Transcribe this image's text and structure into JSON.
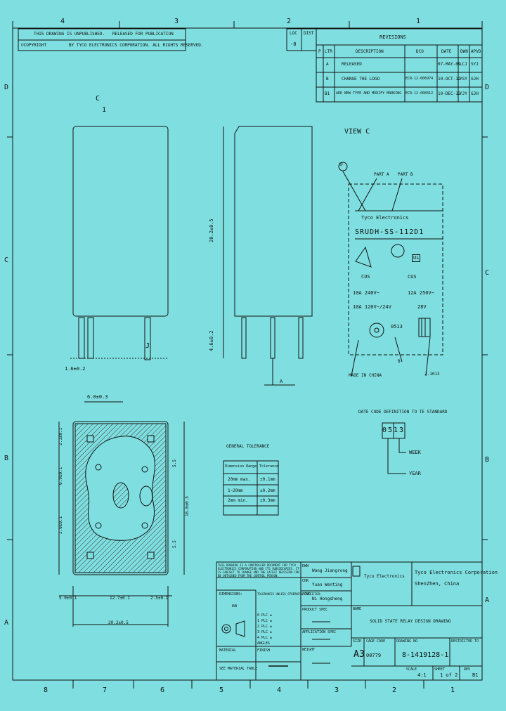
{
  "frame": {
    "top_zones": [
      "4",
      "3",
      "2",
      "1"
    ],
    "bottom_zones": [
      "8",
      "7",
      "6",
      "5",
      "4",
      "3",
      "2",
      "1"
    ],
    "left_zones": [
      "D",
      "C",
      "B",
      "A"
    ],
    "right_zones": [
      "D",
      "C",
      "B",
      "A"
    ]
  },
  "notice": {
    "line1": "THIS DRAWING IS UNPUBLISHED.",
    "line1b": "RELEASED FOR PUBLICATION",
    "line2": "©COPYRIGHT",
    "line2b": "BY TYCO ELECTRONICS CORPORATION.  ALL RIGHTS RESERVED."
  },
  "loc": {
    "label": "LOC",
    "value": "-8",
    "dist_label": "DIST"
  },
  "revisions": {
    "title": "REVISIONS",
    "headers": [
      "P",
      "LTR",
      "DESCRIPTION",
      "DCO",
      "DATE",
      "DWN",
      "APVD"
    ],
    "rows": [
      [
        "",
        "A",
        "RELEASED",
        "",
        "07-MAY-09",
        "LCJ",
        "SYJ"
      ],
      [
        "",
        "B",
        "CHANGE THE LOGO",
        "ECR-12-006974",
        "10-OCT-12",
        "YSY",
        "GJH"
      ],
      [
        "",
        "B1",
        "ADD NEW TYPE AND MODIFY MARKING",
        "ECR-12-008312",
        "10-DEC-12",
        "YJY",
        "GJH"
      ]
    ]
  },
  "views": {
    "c_label": "C",
    "one_label": "1",
    "view_c": "VIEW C",
    "height_dim": "20.2±0.5",
    "pin_dim": "4.6±0.2",
    "a_label": "A",
    "j_label": "J",
    "side_dim": "1.6±0.2",
    "top_dim": "16.0±0.5"
  },
  "marking": {
    "circle_label": "①",
    "part_a": "PART A",
    "part_b": "PART B",
    "logo": "Tyco Electronics",
    "part_no": "SRUDH-SS-112D1",
    "rating1_mark": "CUS",
    "rating1_a": "10A  240V~",
    "rating1_b": "10A  120V~/24V",
    "rating2_mark": "CUS",
    "rating2_a": "12A  250V~",
    "rating2_b": "28V",
    "date_code": "0513",
    "made_in": "MADE IN CHINA",
    "b_label": "B",
    "code_label": "2.1013"
  },
  "date_code": {
    "title": "DATE CODE DEFINITION TO TE STANDARD",
    "code": "0513",
    "week": "WEEK",
    "year": "YEAR"
  },
  "bottom_view": {
    "dim_top": "6.0±0.3",
    "left_dims": [
      "2.1±0.1",
      "6.9±0.1",
      "2.6±0.1"
    ],
    "right_dims": [
      "5.5",
      "16.0±0.5",
      "5.5"
    ],
    "bottom_dims": [
      "5.0±0.1",
      "12.7±0.1",
      "2.5±0.1",
      "20.2±0.5"
    ]
  },
  "tolerance": {
    "title": "GENERAL TOLERANCE",
    "headers": [
      "Dimension Range",
      "Tolerance"
    ],
    "rows": [
      [
        "20mm max.",
        "±0.1mm"
      ],
      [
        "1~20mm",
        "±0.2mm"
      ],
      [
        "2mm min.",
        "±0.3mm"
      ]
    ]
  },
  "title_block": {
    "spec_note": "THIS DRAWING IS A CONTROLLED DOCUMENT FOR TYCO ELECTRONICS CORPORATION AND ITS SUBSIDIARIES. IT IS SUBJECT TO CHANGE AND THE LATEST REVISION CAN BE OBTAINED FROM THE CONTROL PERSON.",
    "dwn_label": "DWN",
    "dwn": "Wang Jiangrong",
    "chk_label": "CHK",
    "chk": "Yuan Wenting",
    "apvd_label": "APVD",
    "apvd": "Ni Hongsheng",
    "product_spec": "PRODUCT SPEC",
    "application_spec": "APPLICATION SPEC",
    "weight": "WEIGHT",
    "dimensions_label": "DIMENSIONS:",
    "dimensions_value": "mm",
    "tolerances": "TOLERANCES UNLESS OTHERWISE SPECIFIED:",
    "tol_rows": [
      "0 PLC  ±",
      "1 PLC  ±",
      "2 PLC  ±",
      "3 PLC  ±",
      "4 PLC  ±"
    ],
    "angles": "ANGLES",
    "material": "MATERIAL",
    "finish": "FINISH",
    "material_value": "SEE MATERIAL TABLE",
    "finish_value": "—",
    "company": "Tyco Electronics",
    "company_name": "Tyco Electronics Corporation",
    "company_loc": "ShenZhen, China",
    "name_label": "NAME",
    "name": "SOLID STATE RELAY DESIGN DRAWING",
    "size_label": "SIZE",
    "size": "A3",
    "cage_label": "CAGE CODE",
    "cage": "00779",
    "drawing_no_label": "DRAWING NO",
    "drawing_no": "8-1419128-1",
    "restricted_label": "RESTRICTED TO",
    "scale_label": "SCALE",
    "scale": "4:1",
    "sheet_label": "SHEET",
    "sheet": "1 of 2",
    "rev_label": "REV",
    "rev": "B1"
  }
}
